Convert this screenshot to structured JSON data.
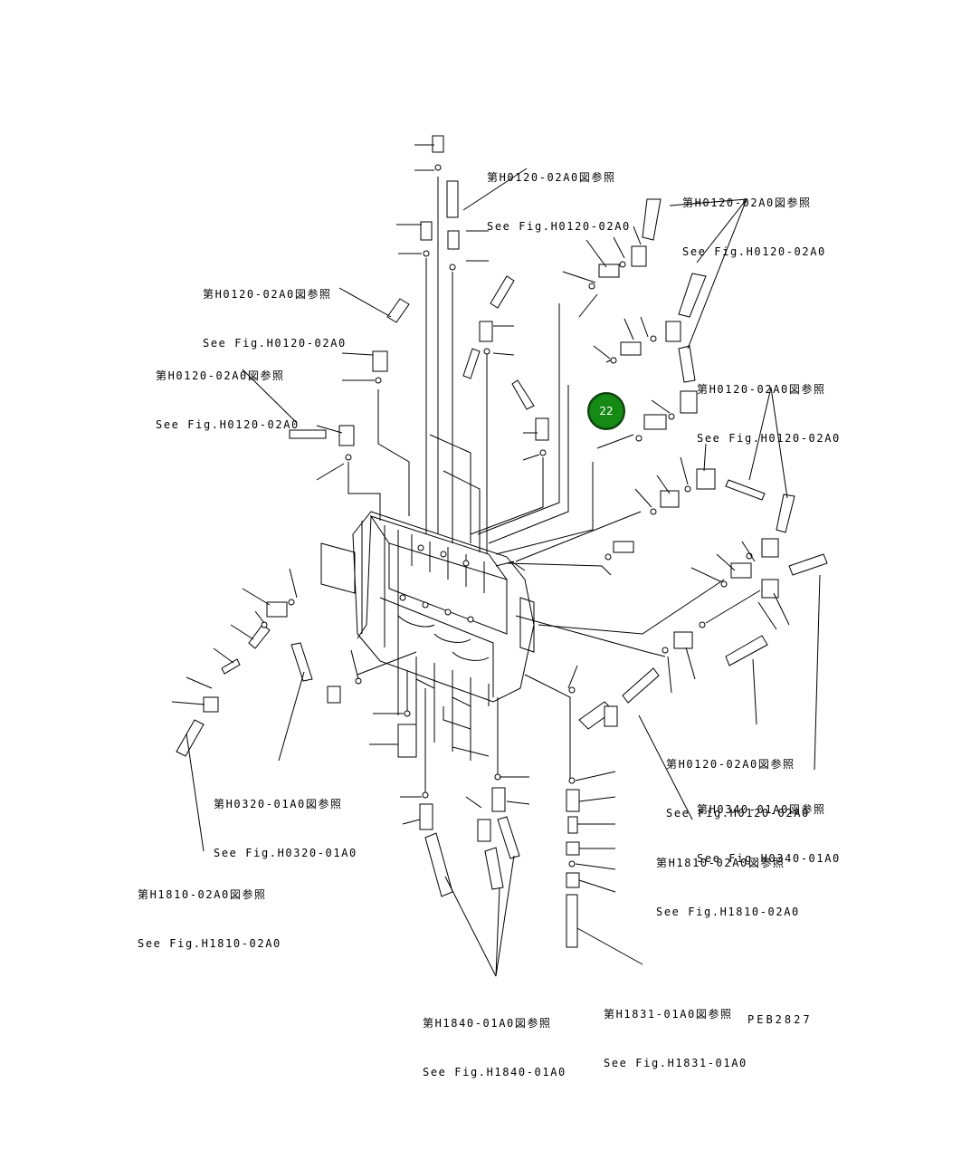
{
  "references": [
    {
      "id": "ref-top-center",
      "jp": "第H0120-02A0図参照",
      "en": "See Fig.H0120-02A0"
    },
    {
      "id": "ref-top-right",
      "jp": "第H0120-02A0図参照",
      "en": "See Fig.H0120-02A0"
    },
    {
      "id": "ref-upper-left",
      "jp": "第H0120-02A0図参照",
      "en": "See Fig.H0120-02A0"
    },
    {
      "id": "ref-left",
      "jp": "第H0120-02A0図参照",
      "en": "See Fig.H0120-02A0"
    },
    {
      "id": "ref-right",
      "jp": "第H0120-02A0図参照",
      "en": "See Fig.H0120-02A0"
    },
    {
      "id": "ref-lower-right",
      "jp": "第H0120-02A0図参照",
      "en": "See Fig.H0120-02A0"
    },
    {
      "id": "ref-h0340",
      "jp": "第H0340-01A0図参照",
      "en": "See Fig.H0340-01A0"
    },
    {
      "id": "ref-h1810-right",
      "jp": "第H1810-02A0図参照",
      "en": "See Fig.H1810-02A0"
    },
    {
      "id": "ref-h0320",
      "jp": "第H0320-01A0図参照",
      "en": "See Fig.H0320-01A0"
    },
    {
      "id": "ref-h1810-left",
      "jp": "第H1810-02A0図参照",
      "en": "See Fig.H1810-02A0"
    },
    {
      "id": "ref-h1840",
      "jp": "第H1840-01A0図参照",
      "en": "See Fig.H1840-01A0"
    },
    {
      "id": "ref-h1831",
      "jp": "第H1831-01A0図参照",
      "en": "See Fig.H1831-01A0"
    }
  ],
  "drawing_code": "PEB2827",
  "callout": {
    "label": "22",
    "color": "#158a15"
  }
}
